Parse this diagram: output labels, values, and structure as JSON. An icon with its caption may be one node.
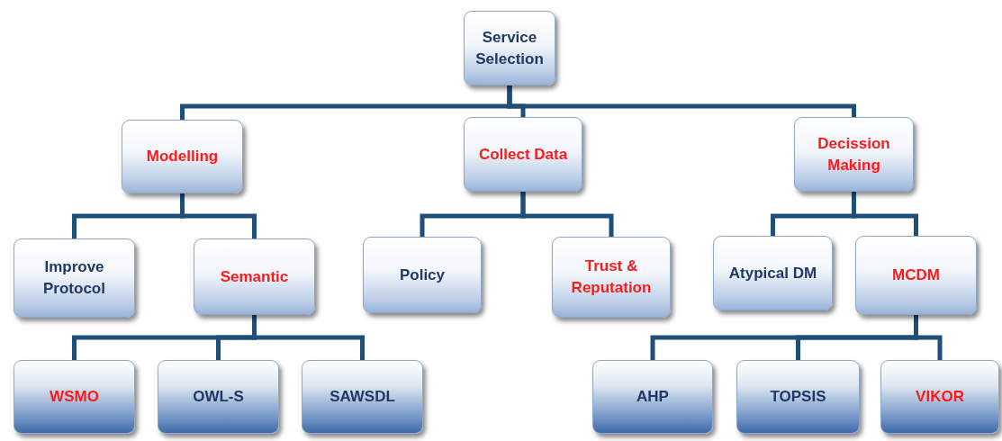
{
  "diagram": {
    "nodes": [
      {
        "text": [
          "Service Selection"
        ]
      },
      {
        "text": [
          "Modelling"
        ]
      },
      {
        "text": [
          "Collect Data"
        ]
      },
      {
        "text": [
          "Decission Making"
        ]
      },
      {
        "text": [
          "Improve Protocol"
        ]
      },
      {
        "text": [
          "Semantic"
        ]
      },
      {
        "text": [
          "Policy"
        ]
      },
      {
        "text": [
          "Trust & Reputation"
        ]
      },
      {
        "text": [
          "Atypical DM"
        ]
      },
      {
        "text": [
          "MCDM"
        ]
      },
      {
        "text": [
          "WSMO"
        ]
      },
      {
        "text": [
          "OWL-S"
        ]
      },
      {
        "text": [
          "SAWSDL"
        ]
      },
      {
        "text": [
          "AHP"
        ]
      },
      {
        "text": [
          "TOPSIS"
        ]
      },
      {
        "text": [
          "VIKOR"
        ]
      }
    ],
    "edges": [
      {
        "from": 0,
        "to": 1,
        "arrow": "none"
      },
      {
        "from": 0,
        "to": 2,
        "arrow": "none"
      },
      {
        "from": 0,
        "to": 3,
        "arrow": "none"
      },
      {
        "from": 1,
        "to": 4,
        "arrow": "none"
      },
      {
        "from": 1,
        "to": 5,
        "arrow": "none"
      },
      {
        "from": 2,
        "to": 6,
        "arrow": "none"
      },
      {
        "from": 2,
        "to": 7,
        "arrow": "none"
      },
      {
        "from": 3,
        "to": 8,
        "arrow": "none"
      },
      {
        "from": 3,
        "to": 9,
        "arrow": "none"
      },
      {
        "from": 5,
        "to": 10,
        "arrow": "none"
      },
      {
        "from": 5,
        "to": 11,
        "arrow": "none"
      },
      {
        "from": 5,
        "to": 12,
        "arrow": "none"
      },
      {
        "from": 9,
        "to": 13,
        "arrow": "none"
      },
      {
        "from": 9,
        "to": 14,
        "arrow": "none"
      },
      {
        "from": 9,
        "to": 15,
        "arrow": "none"
      }
    ]
  }
}
